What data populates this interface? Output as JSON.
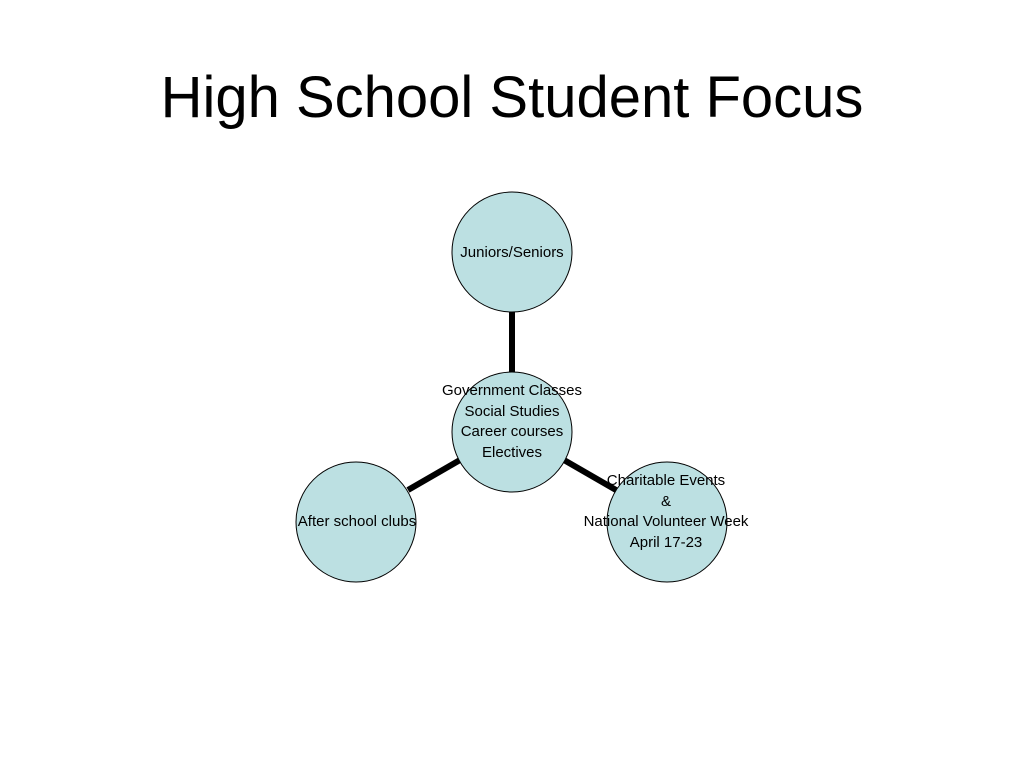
{
  "slide": {
    "title": "High School Student Focus"
  },
  "diagram": {
    "circle_fill": "#bce0e2",
    "line_color": "#000000",
    "center": {
      "lines": [
        "Government Classes",
        "Social Studies",
        "Career courses",
        "Electives"
      ]
    },
    "top": {
      "lines": [
        "Juniors/Seniors"
      ]
    },
    "bottom_left": {
      "lines": [
        "After school clubs"
      ]
    },
    "bottom_right": {
      "lines": [
        "Charitable Events",
        "&",
        "National Volunteer Week",
        "April 17-23"
      ]
    }
  }
}
